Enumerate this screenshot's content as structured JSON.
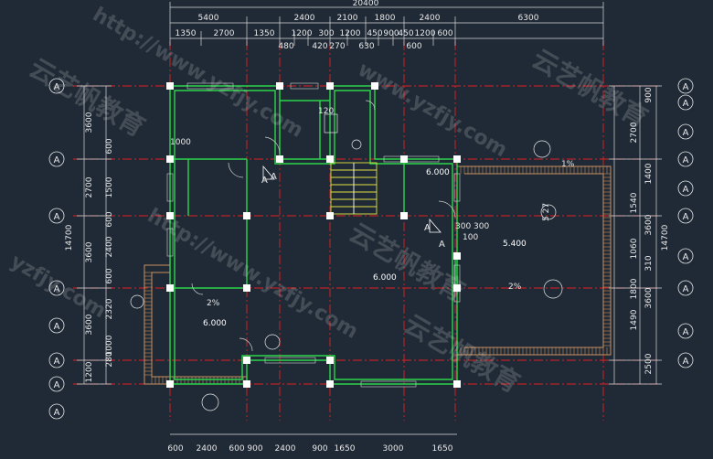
{
  "top_dims": {
    "overall": "20400",
    "row1": [
      "5400",
      "2400",
      "2100",
      "1800",
      "2400",
      "6300"
    ],
    "row2": [
      "1350",
      "2700",
      "1350",
      "1200",
      "300",
      "1200",
      "450",
      "900",
      "450",
      "1200",
      "600"
    ],
    "row3": [
      "480",
      "420",
      "270",
      "630",
      "600"
    ]
  },
  "bottom_dims": [
    "600",
    "2400",
    "600",
    "900",
    "2400",
    "900",
    "1650",
    "3000",
    "1650"
  ],
  "left_dims": {
    "outer": [
      "3600",
      "2700",
      "3600",
      "3600",
      "1200"
    ],
    "inner": [
      "600",
      "1500",
      "600",
      "2400",
      "600",
      "2320",
      "1000",
      "280"
    ],
    "total": "14700"
  },
  "right_dims": {
    "outer": [
      "900",
      "2700",
      "1400",
      "1540",
      "3600",
      "1060",
      "310",
      "1800",
      "3600",
      "1490",
      "2500"
    ],
    "total": "14700"
  },
  "grid_axes_left": [
    "A",
    "A",
    "A",
    "A",
    "A",
    "A",
    "A",
    "A"
  ],
  "grid_axes_right": [
    "A",
    "A",
    "A",
    "A",
    "A",
    "A",
    "A",
    "A",
    "A",
    "A"
  ],
  "annotations": {
    "stair_small": "120",
    "width_1000": "1000",
    "elev_top": "6.000",
    "elev_center": "6.000",
    "elev_left": "6.000",
    "elev_right": "5.400",
    "slope_right": "2%",
    "slope_left": "2%",
    "slope_small": "1%",
    "dim_300a": "300",
    "dim_300b": "300",
    "dim_100": "100",
    "section_mark": "A",
    "section_mark2": "A",
    "section_mark3": "A",
    "section_mark4": "A",
    "vert_label": "5 27"
  },
  "watermarks": [
    "http://www.yzfjy.com",
    "云艺帆教育",
    "www.yzfjy.com",
    "云艺帆教育",
    "http://www.yzfjy.com",
    "云艺帆教育",
    "yzfjy.com",
    "云艺帆教育"
  ],
  "colors": {
    "background": "#202a36",
    "wall": "#2bd64a",
    "axis": "#e02020",
    "dimension": "#e8e8e8",
    "stair": "#e0e040",
    "roof": "#c89060",
    "column": "#ffffff"
  }
}
